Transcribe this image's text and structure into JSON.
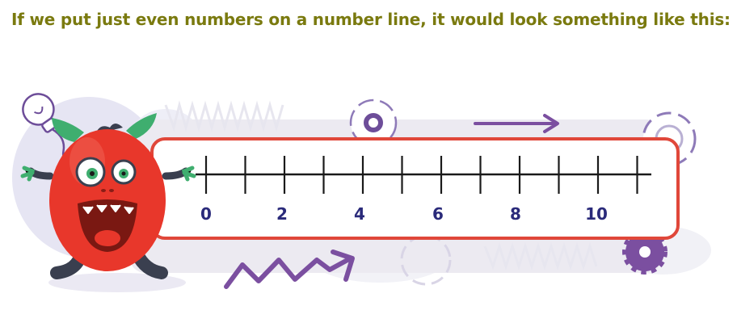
{
  "heading": {
    "text": "If we put just even numbers on a number line, it would look something like this:"
  },
  "number_line": {
    "labels": [
      "0",
      "2",
      "4",
      "6",
      "8",
      "10"
    ]
  },
  "colors": {
    "heading": "#7a7a0f",
    "frame_border": "#e0473a",
    "monster_body": "#e8372b",
    "monster_horns": "#3fae6f",
    "decor_purple": "#7b4fa0"
  },
  "icons": [
    "lightbulb-icon",
    "gear-icon",
    "arrow-right-icon",
    "zigzag-arrow-icon",
    "monster-mascot"
  ]
}
